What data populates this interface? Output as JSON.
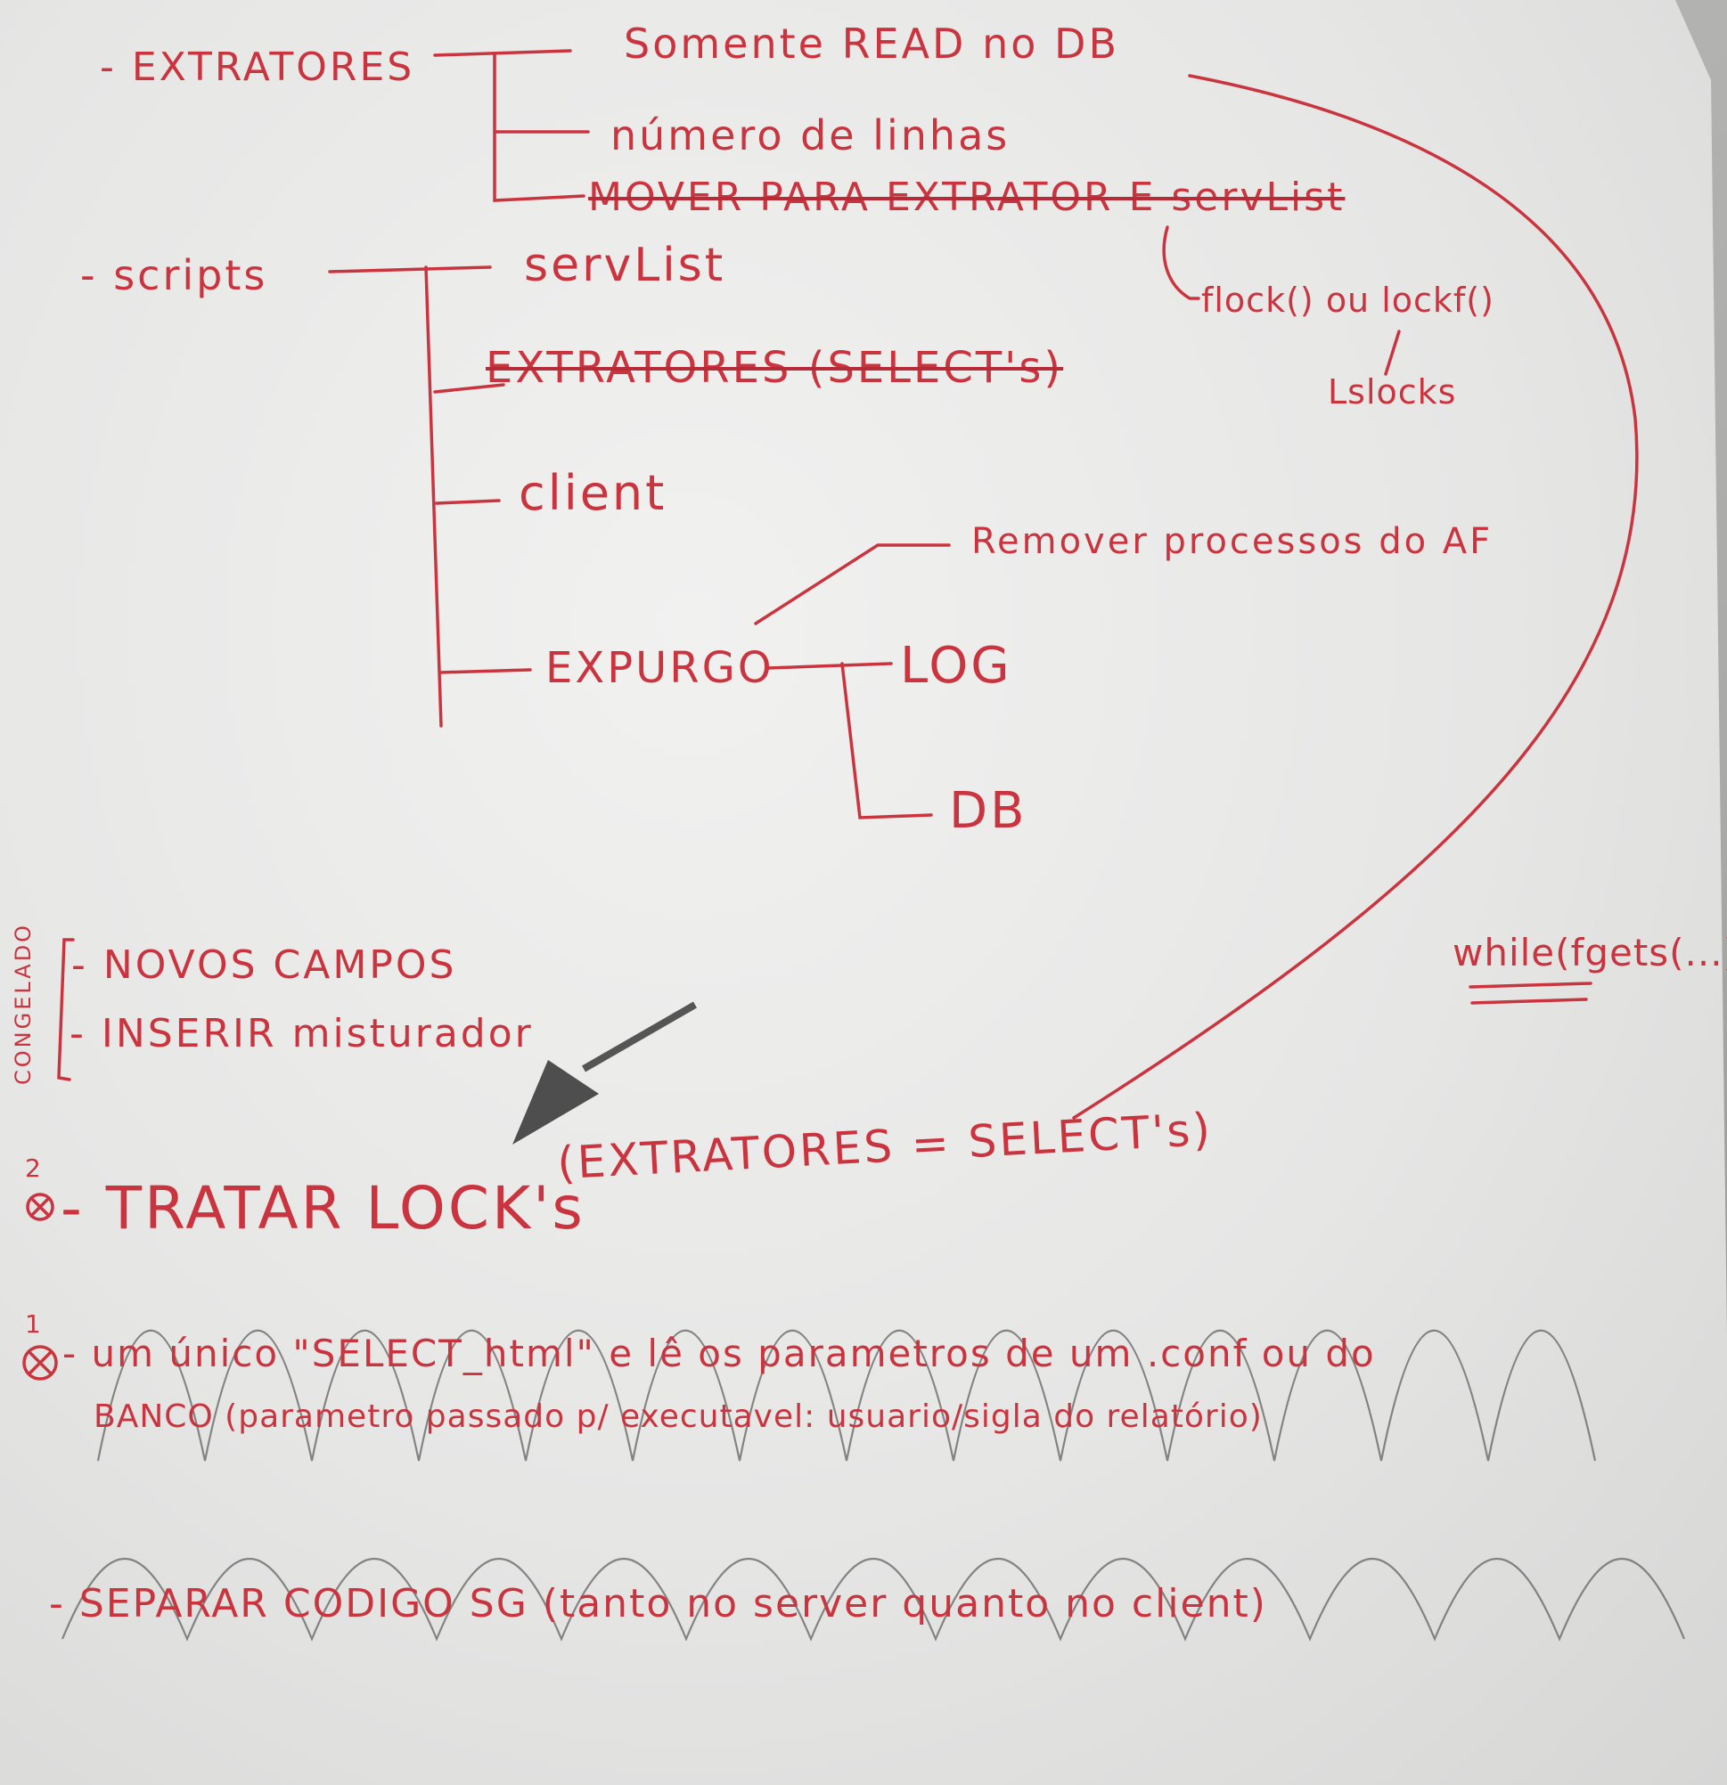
{
  "note": {
    "tree": {
      "extratores": {
        "label": "- EXTRATORES",
        "children": [
          "Somente READ no DB",
          "número de linhas",
          "MOVER PARA EXTRATOR E servList"
        ]
      },
      "scripts": {
        "label": "- scripts",
        "children": [
          "servList",
          "EXTRATORES (SELECT's)",
          "client",
          "EXPURGO"
        ]
      },
      "expurgo": {
        "children": [
          "LOG",
          "DB"
        ],
        "annotation": "Remover processos do AF"
      }
    },
    "side": {
      "flock": "flock() ou lockf()",
      "lslocks": "Lslocks",
      "while": "while(fgets(...))"
    },
    "congelado": {
      "label": "CONGELADO",
      "items": [
        "- NOVOS CAMPOS",
        "- INSERIR misturador"
      ]
    },
    "tasks": {
      "task2": {
        "number": "2",
        "text": "- TRATAR LOCK's",
        "paren": "(EXTRATORES = SELECT's)"
      },
      "task1": {
        "number": "1",
        "line1": "- um único \"SELECT_html\" e lê os parametros de um .conf ou do",
        "line2": "BANCO (parametro passado p/ executavel: usuario/sigla do relatório)"
      },
      "task3": {
        "text": "- SEPARAR CODIGO SG (tanto no server quanto no client)"
      }
    }
  },
  "colors": {
    "ink_red": "#c9343f",
    "pencil": "#5f5f5f",
    "paper": "#ededec"
  }
}
